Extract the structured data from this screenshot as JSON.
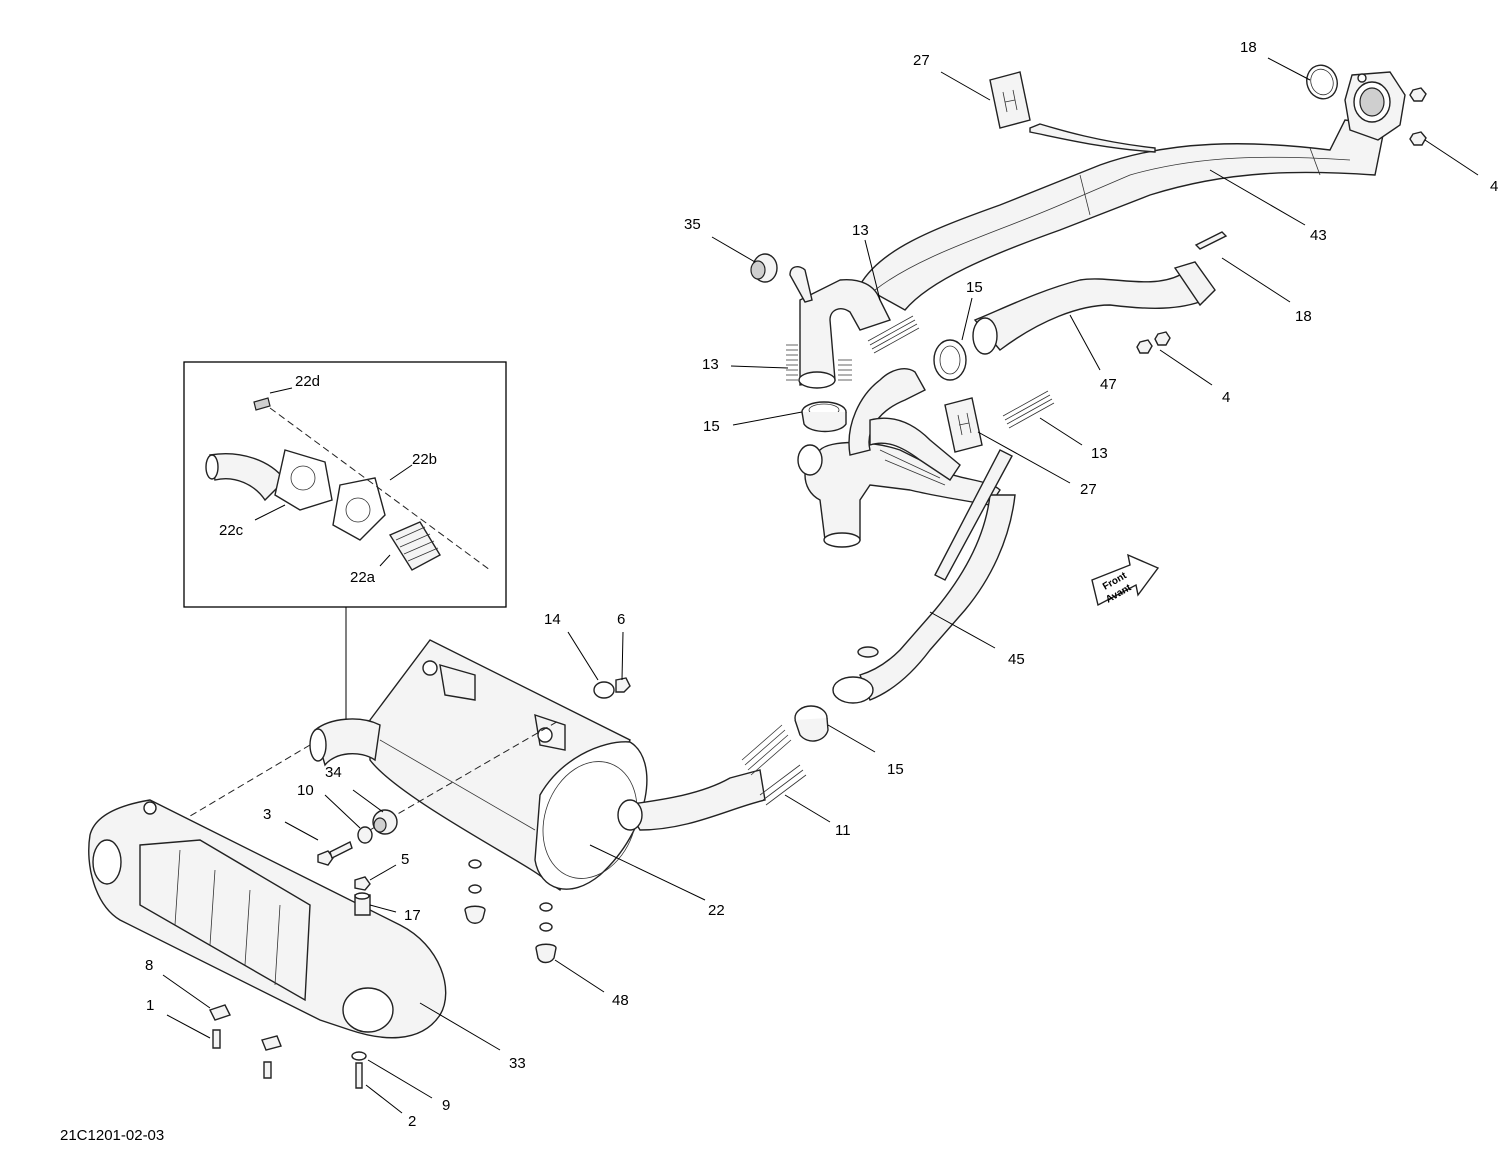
{
  "diagram_id": "21C1201-02-03",
  "front_arrow": {
    "line1": "Front",
    "line2": "Avant"
  },
  "callouts": [
    {
      "key": "c27a",
      "text": "27"
    },
    {
      "key": "c18a",
      "text": "18"
    },
    {
      "key": "c4a",
      "text": "4"
    },
    {
      "key": "c43",
      "text": "43"
    },
    {
      "key": "c35",
      "text": "35"
    },
    {
      "key": "c13a",
      "text": "13"
    },
    {
      "key": "c15a",
      "text": "15"
    },
    {
      "key": "c18b",
      "text": "18"
    },
    {
      "key": "c13b",
      "text": "13"
    },
    {
      "key": "c47",
      "text": "47"
    },
    {
      "key": "c4b",
      "text": "4"
    },
    {
      "key": "c15b",
      "text": "15"
    },
    {
      "key": "c13c",
      "text": "13"
    },
    {
      "key": "c27b",
      "text": "27"
    },
    {
      "key": "c22d",
      "text": "22d"
    },
    {
      "key": "c22b",
      "text": "22b"
    },
    {
      "key": "c22c",
      "text": "22c"
    },
    {
      "key": "c22a",
      "text": "22a"
    },
    {
      "key": "c14",
      "text": "14"
    },
    {
      "key": "c6",
      "text": "6"
    },
    {
      "key": "c45",
      "text": "45"
    },
    {
      "key": "c15c",
      "text": "15"
    },
    {
      "key": "c34",
      "text": "34"
    },
    {
      "key": "c10",
      "text": "10"
    },
    {
      "key": "c3",
      "text": "3"
    },
    {
      "key": "c11",
      "text": "11"
    },
    {
      "key": "c5",
      "text": "5"
    },
    {
      "key": "c17",
      "text": "17"
    },
    {
      "key": "c22",
      "text": "22"
    },
    {
      "key": "c48",
      "text": "48"
    },
    {
      "key": "c8",
      "text": "8"
    },
    {
      "key": "c1",
      "text": "1"
    },
    {
      "key": "c33",
      "text": "33"
    },
    {
      "key": "c9",
      "text": "9"
    },
    {
      "key": "c2",
      "text": "2"
    }
  ]
}
